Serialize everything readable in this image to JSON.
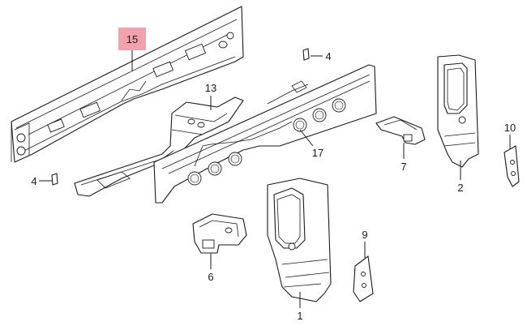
{
  "diagram": {
    "highlight_color": "#f0a3ab",
    "line_color": "#1a1a1a",
    "callouts": [
      {
        "id": "c15",
        "label": "15",
        "highlighted": true
      },
      {
        "id": "c4a",
        "label": "4"
      },
      {
        "id": "c13",
        "label": "13"
      },
      {
        "id": "c4b",
        "label": "4"
      },
      {
        "id": "c17",
        "label": "17"
      },
      {
        "id": "c7",
        "label": "7"
      },
      {
        "id": "c10",
        "label": "10"
      },
      {
        "id": "c2",
        "label": "2"
      },
      {
        "id": "c9",
        "label": "9"
      },
      {
        "id": "c6",
        "label": "6"
      },
      {
        "id": "c1",
        "label": "1"
      }
    ]
  }
}
